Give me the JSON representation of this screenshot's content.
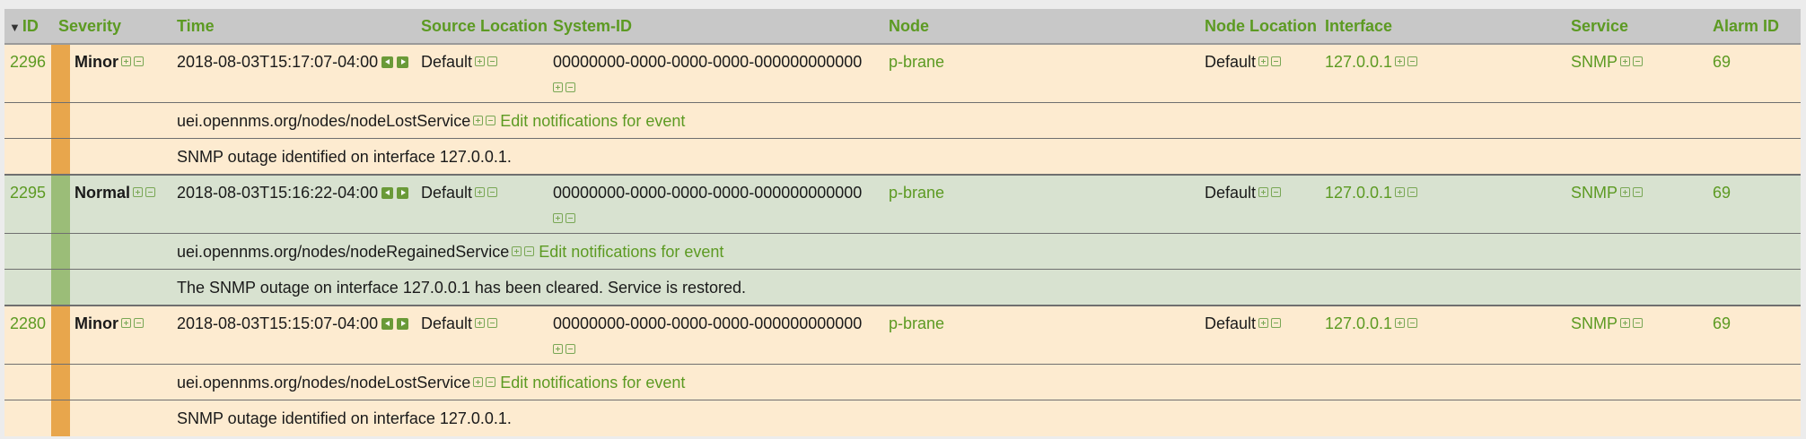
{
  "headers": {
    "id": "ID",
    "severity": "Severity",
    "time": "Time",
    "source_location": "Source Location",
    "system_id": "System-ID",
    "node": "Node",
    "node_location": "Node Location",
    "interface": "Interface",
    "service": "Service",
    "alarm_id": "Alarm ID"
  },
  "sort_indicator": "▼",
  "edit_notifications_label": "Edit notifications for event",
  "events": [
    {
      "id": "2296",
      "severity": "Minor",
      "time": "2018-08-03T15:17:07-04:00",
      "source_location": "Default",
      "system_id": "00000000-0000-0000-0000-000000000000",
      "node": "p-brane",
      "node_location": "Default",
      "interface": "127.0.0.1",
      "service": "SNMP",
      "alarm_id": "69",
      "uei": "uei.opennms.org/nodes/nodeLostService",
      "log_message": "SNMP outage identified on interface 127.0.0.1."
    },
    {
      "id": "2295",
      "severity": "Normal",
      "time": "2018-08-03T15:16:22-04:00",
      "source_location": "Default",
      "system_id": "00000000-0000-0000-0000-000000000000",
      "node": "p-brane",
      "node_location": "Default",
      "interface": "127.0.0.1",
      "service": "SNMP",
      "alarm_id": "69",
      "uei": "uei.opennms.org/nodes/nodeRegainedService",
      "log_message": "The SNMP outage on interface 127.0.0.1 has been cleared. Service is restored."
    },
    {
      "id": "2280",
      "severity": "Minor",
      "time": "2018-08-03T15:15:07-04:00",
      "source_location": "Default",
      "system_id": "00000000-0000-0000-0000-000000000000",
      "node": "p-brane",
      "node_location": "Default",
      "interface": "127.0.0.1",
      "service": "SNMP",
      "alarm_id": "69",
      "uei": "uei.opennms.org/nodes/nodeLostService",
      "log_message": "SNMP outage identified on interface 127.0.0.1."
    }
  ],
  "colors": {
    "link_green": "#5c9a22",
    "minor_bg": "#fdebd0",
    "minor_bar": "#e8a64c",
    "normal_bg": "#d8e2d0",
    "normal_bar": "#9bbd78",
    "header_bg": "#c8c8c8"
  }
}
